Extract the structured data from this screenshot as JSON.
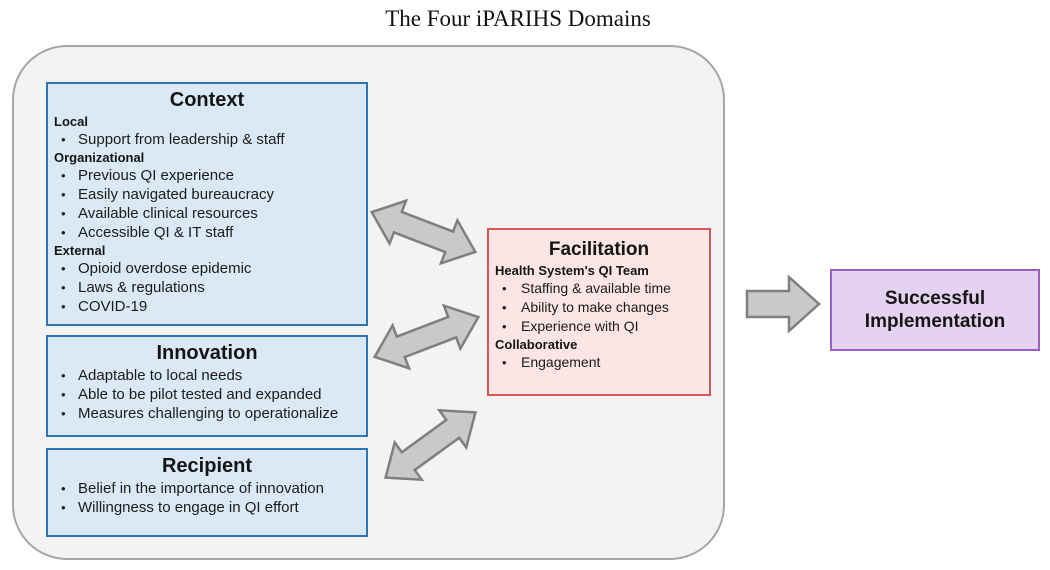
{
  "title": "The Four iPARIHS Domains",
  "colors": {
    "container_fill": "#f3f3f3",
    "container_border": "#a6a6a6",
    "domain_box_fill": "#dbe9f6",
    "domain_box_border": "#2e75b6",
    "facilitation_fill": "#fce5e5",
    "facilitation_border": "#d45a5a",
    "outcome_fill": "#e4d2f0",
    "outcome_border": "#9a5fc0",
    "arrow_fill": "#c9c9c9",
    "arrow_stroke": "#7f7f7f"
  },
  "boxes": {
    "context": {
      "title": "Context",
      "sections": [
        {
          "header": "Local",
          "items": [
            "Support from leadership & staff"
          ]
        },
        {
          "header": "Organizational",
          "items": [
            "Previous QI experience",
            "Easily navigated bureaucracy",
            "Available clinical resources",
            "Accessible QI & IT staff"
          ]
        },
        {
          "header": "External",
          "items": [
            "Opioid overdose epidemic",
            "Laws & regulations",
            "COVID-19"
          ]
        }
      ]
    },
    "innovation": {
      "title": "Innovation",
      "sections": [
        {
          "header": null,
          "items": [
            "Adaptable to local needs",
            "Able to be pilot tested and expanded",
            "Measures challenging to operationalize"
          ]
        }
      ]
    },
    "recipient": {
      "title": "Recipient",
      "sections": [
        {
          "header": null,
          "items": [
            "Belief in the importance of innovation",
            "Willingness to engage in QI effort"
          ]
        }
      ]
    },
    "facilitation": {
      "title": "Facilitation",
      "sections": [
        {
          "header": "Health System's QI Team",
          "items": [
            "Staffing & available time",
            "Ability to make changes",
            "Experience with QI"
          ]
        },
        {
          "header": "Collaborative",
          "items": [
            "Engagement"
          ]
        }
      ]
    },
    "outcome": {
      "line1": "Successful",
      "line2": "Implementation"
    }
  },
  "icons": {
    "double_arrow": "double-headed-arrow",
    "right_arrow": "right-arrow"
  }
}
